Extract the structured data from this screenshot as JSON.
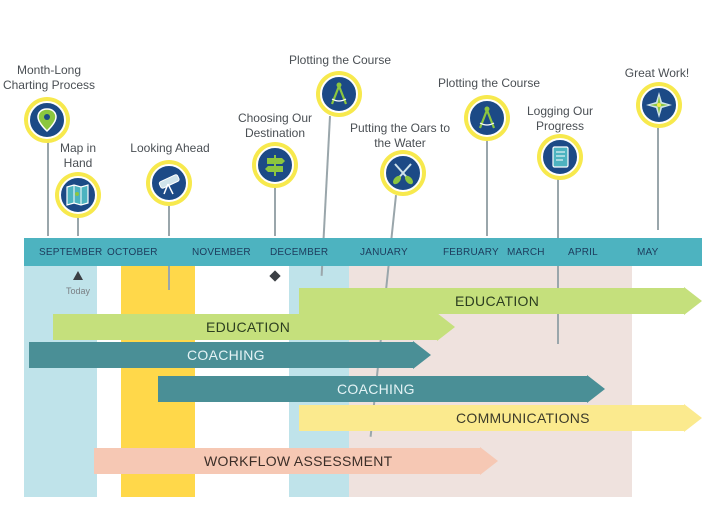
{
  "colors": {
    "timeline_bar": "#4db3c0",
    "month_text": "#1d3b5c",
    "badge_ring": "#f7e94d",
    "badge_fill": "#1c4a86",
    "band_light_blue": "#bfe3ea",
    "band_yellow": "#ffd84a",
    "band_beige": "#efe2de",
    "education": "#c5e07c",
    "coaching": "#4a8f96",
    "communications": "#fbea8e",
    "workflow": "#f6c8b4"
  },
  "months": [
    "SEPTEMBER",
    "OCTOBER",
    "NOVEMBER",
    "DECEMBER",
    "JANUARY",
    "FEBRUARY",
    "MARCH",
    "APRIL",
    "MAY"
  ],
  "today_label": "Today",
  "milestones": [
    {
      "label": "Month-Long Charting Process",
      "icon": "map-pin-icon"
    },
    {
      "label": "Map in Hand",
      "icon": "folded-map-icon"
    },
    {
      "label": "Looking Ahead",
      "icon": "telescope-icon"
    },
    {
      "label": "Choosing Our Destination",
      "icon": "signpost-icon"
    },
    {
      "label": "Plotting the Course",
      "icon": "compass-divider-icon"
    },
    {
      "label": "Putting the Oars to the Water",
      "icon": "crossed-oars-icon"
    },
    {
      "label": "Plotting the Course",
      "icon": "compass-divider-icon"
    },
    {
      "label": "Logging Our Progress",
      "icon": "logbook-icon"
    },
    {
      "label": "Great Work!",
      "icon": "compass-rose-icon"
    }
  ],
  "workstreams": [
    {
      "label": "EDUCATION",
      "color": "#c5e07c"
    },
    {
      "label": "EDUCATION",
      "color": "#c5e07c"
    },
    {
      "label": "COACHING",
      "color": "#4a8f96"
    },
    {
      "label": "COACHING",
      "color": "#4a8f96"
    },
    {
      "label": "COMMUNICATIONS",
      "color": "#fbea8e"
    },
    {
      "label": "WORKFLOW ASSESSMENT",
      "color": "#f6c8b4"
    }
  ]
}
